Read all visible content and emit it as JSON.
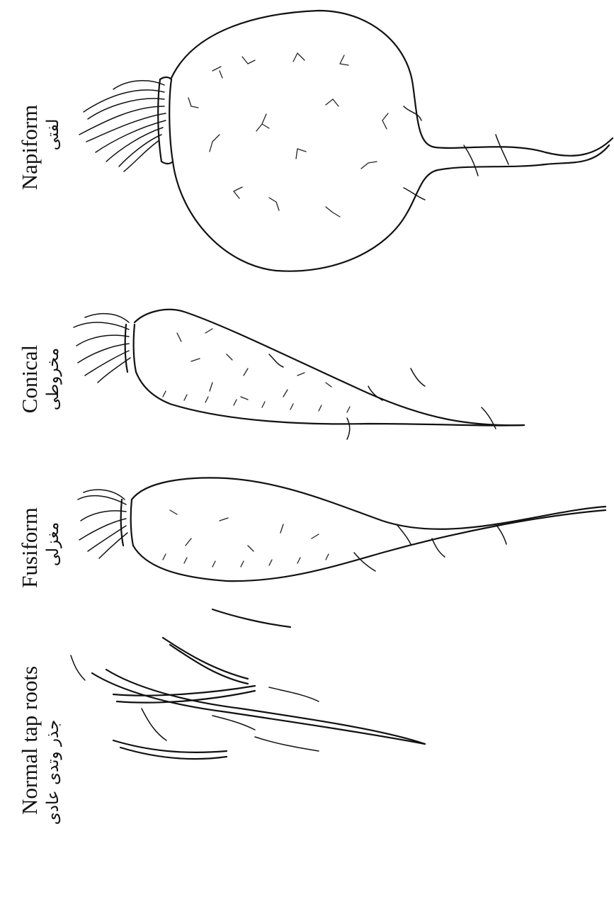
{
  "labels": {
    "napiform": {
      "en": "Napiform",
      "fa": "لفتی"
    },
    "conical": {
      "en": "Conical",
      "fa": "مخروطی"
    },
    "fusiform": {
      "en": "Fusiform",
      "fa": "مغزلی"
    },
    "normal": {
      "en": "Normal tap roots",
      "fa": "جذر وتدی عادی"
    }
  }
}
